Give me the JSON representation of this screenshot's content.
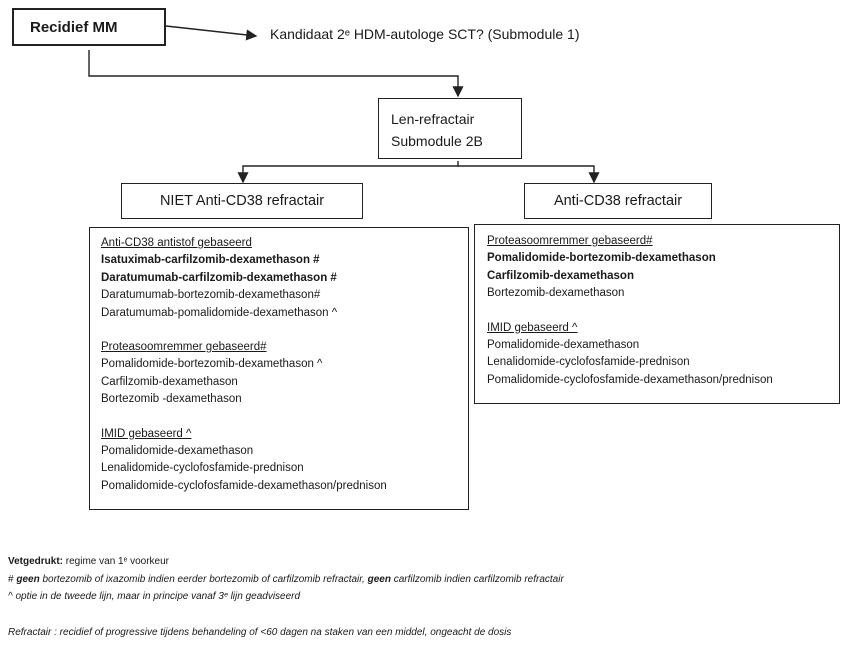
{
  "nodes": {
    "root": "Recidief MM",
    "candidate": "Kandidaat 2ᵉ HDM-autologe SCT? (Submodule  1)",
    "len_title": "Len-refractair",
    "len_sub": "Submodule  2B",
    "not_cd38": "NIET Anti-CD38 refractair",
    "cd38": "Anti-CD38 refractair"
  },
  "left_panel": {
    "sections": [
      {
        "header": "Anti-CD38 antistof gebaseerd",
        "items": [
          {
            "text": "Isatuximab-carfilzomib-dexamethason  #",
            "bold": true
          },
          {
            "text": "Daratumumab-carfilzomib-dexamethason  #",
            "bold": true
          },
          {
            "text": "Daratumumab-bortezomib-dexamethason#",
            "bold": false
          },
          {
            "text": "Daratumumab-pomalidomide-dexamethason ^",
            "bold": false
          }
        ]
      },
      {
        "header": "Proteasoomremmer gebaseerd#",
        "items": [
          {
            "text": "Pomalidomide-bortezomib-dexamethason ^",
            "bold": false
          },
          {
            "text": "Carfilzomib-dexamethason",
            "bold": false
          },
          {
            "text": "Bortezomib -dexamethason",
            "bold": false
          }
        ]
      },
      {
        "header": "IMID gebaseerd ^",
        "items": [
          {
            "text": "Pomalidomide-dexamethason",
            "bold": false
          },
          {
            "text": "Lenalidomide-cyclofosfamide-prednison",
            "bold": false
          },
          {
            "text": "Pomalidomide-cyclofosfamide-dexamethason/prednison",
            "bold": false
          }
        ]
      }
    ]
  },
  "right_panel": {
    "sections": [
      {
        "header": "Proteasoomremmer gebaseerd#",
        "items": [
          {
            "text": "Pomalidomide-bortezomib-dexamethason",
            "bold": true
          },
          {
            "text": "Carfilzomib-dexamethason",
            "bold": true
          },
          {
            "text": "Bortezomib-dexamethason",
            "bold": false
          }
        ]
      },
      {
        "header": "IMID gebaseerd ^",
        "items": [
          {
            "text": "Pomalidomide-dexamethason",
            "bold": false
          },
          {
            "text": "Lenalidomide-cyclofosfamide-prednison",
            "bold": false
          },
          {
            "text": "Pomalidomide-cyclofosfamide-dexamethason/prednison",
            "bold": false
          }
        ]
      }
    ]
  },
  "footnotes": {
    "bold_label": "Vetgedrukt:",
    "bold_text": " regime van 1ᵉ voorkeur",
    "hash_sym": "# ",
    "hash_geen1": "geen",
    "hash_text1": " bortezomib of ixazomib indien eerder bortezomib of carfilzomib refractair, ",
    "hash_geen2": "geen",
    "hash_text2": " carfilzomib indien carfilzomib refractair",
    "caret": "^  optie in de tweede lijn, maar in principe vanaf 3ᵉ lijn geadviseerd",
    "refractair": "Refractair : recidief of progressive tijdens behandeling of <60 dagen na staken van een middel, ongeacht de dosis"
  }
}
